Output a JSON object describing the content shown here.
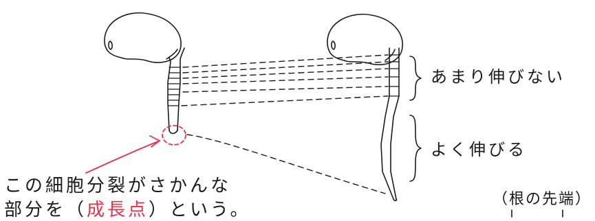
{
  "labels": {
    "upper_brace": "あまり伸びない",
    "lower_brace": "よく伸びる",
    "callout_line1": "この細胞分裂がさかんな",
    "callout_line2_pre": "部分を（",
    "callout_highlight": "成長点",
    "callout_line2_post": "）という。",
    "root_tip": "（根の先端）"
  },
  "colors": {
    "ink": "#1a1a1a",
    "highlight": "#e8304a"
  }
}
